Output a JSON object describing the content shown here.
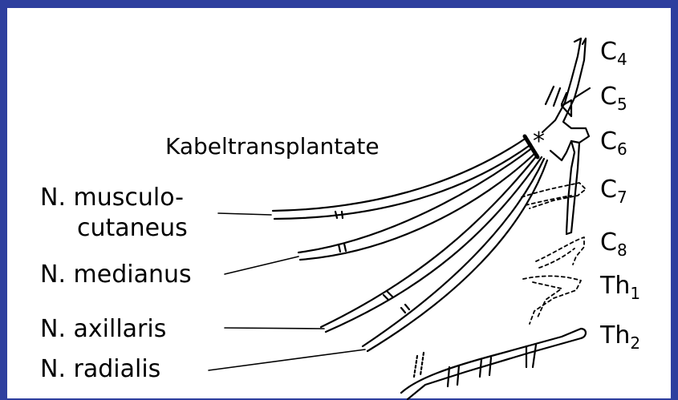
{
  "labels": {
    "graft": "Kabeltransplantate",
    "asterisk": "*",
    "musculo_line1": "N. musculo-",
    "musculo_line2": "cutaneus",
    "medianus": "N. medianus",
    "axillaris": "N. axillaris",
    "radialis": "N. radialis"
  },
  "roots": [
    {
      "main": "C",
      "sub": "4"
    },
    {
      "main": "C",
      "sub": "5"
    },
    {
      "main": "C",
      "sub": "6"
    },
    {
      "main": "C",
      "sub": "7"
    },
    {
      "main": "C",
      "sub": "8"
    },
    {
      "main": "Th",
      "sub": "1"
    },
    {
      "main": "Th",
      "sub": "2"
    }
  ],
  "colors": {
    "frame": "#2e3f9e",
    "ink": "#000000"
  }
}
